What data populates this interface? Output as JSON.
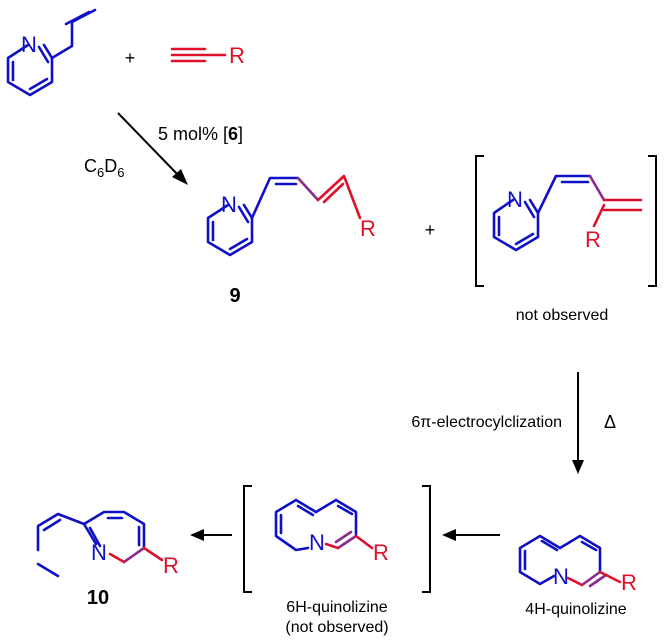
{
  "scheme": {
    "plus_sign": "+",
    "atom_N": "N",
    "atom_R": "R",
    "catalyst_prefix": "5 mol% [",
    "catalyst_number": "6",
    "catalyst_suffix": "]",
    "solvent_C": "C",
    "solvent_sub1": "6",
    "solvent_D": "D",
    "solvent_sub2": "6",
    "compound_9": "9",
    "not_observed": "not observed",
    "electrocyclization": "6π-electrocylclization",
    "heat": "Δ",
    "quinolizine_4h": "4H-quinolizine",
    "quinolizine_6h": "6H-quinolizine",
    "quinolizine_6h_note": "(not observed)",
    "compound_10": "10"
  },
  "colors": {
    "pyridine_fragment": "#1010c8",
    "alkyne_fragment": "#e0102a",
    "new_bond": "#8a2a8c"
  }
}
